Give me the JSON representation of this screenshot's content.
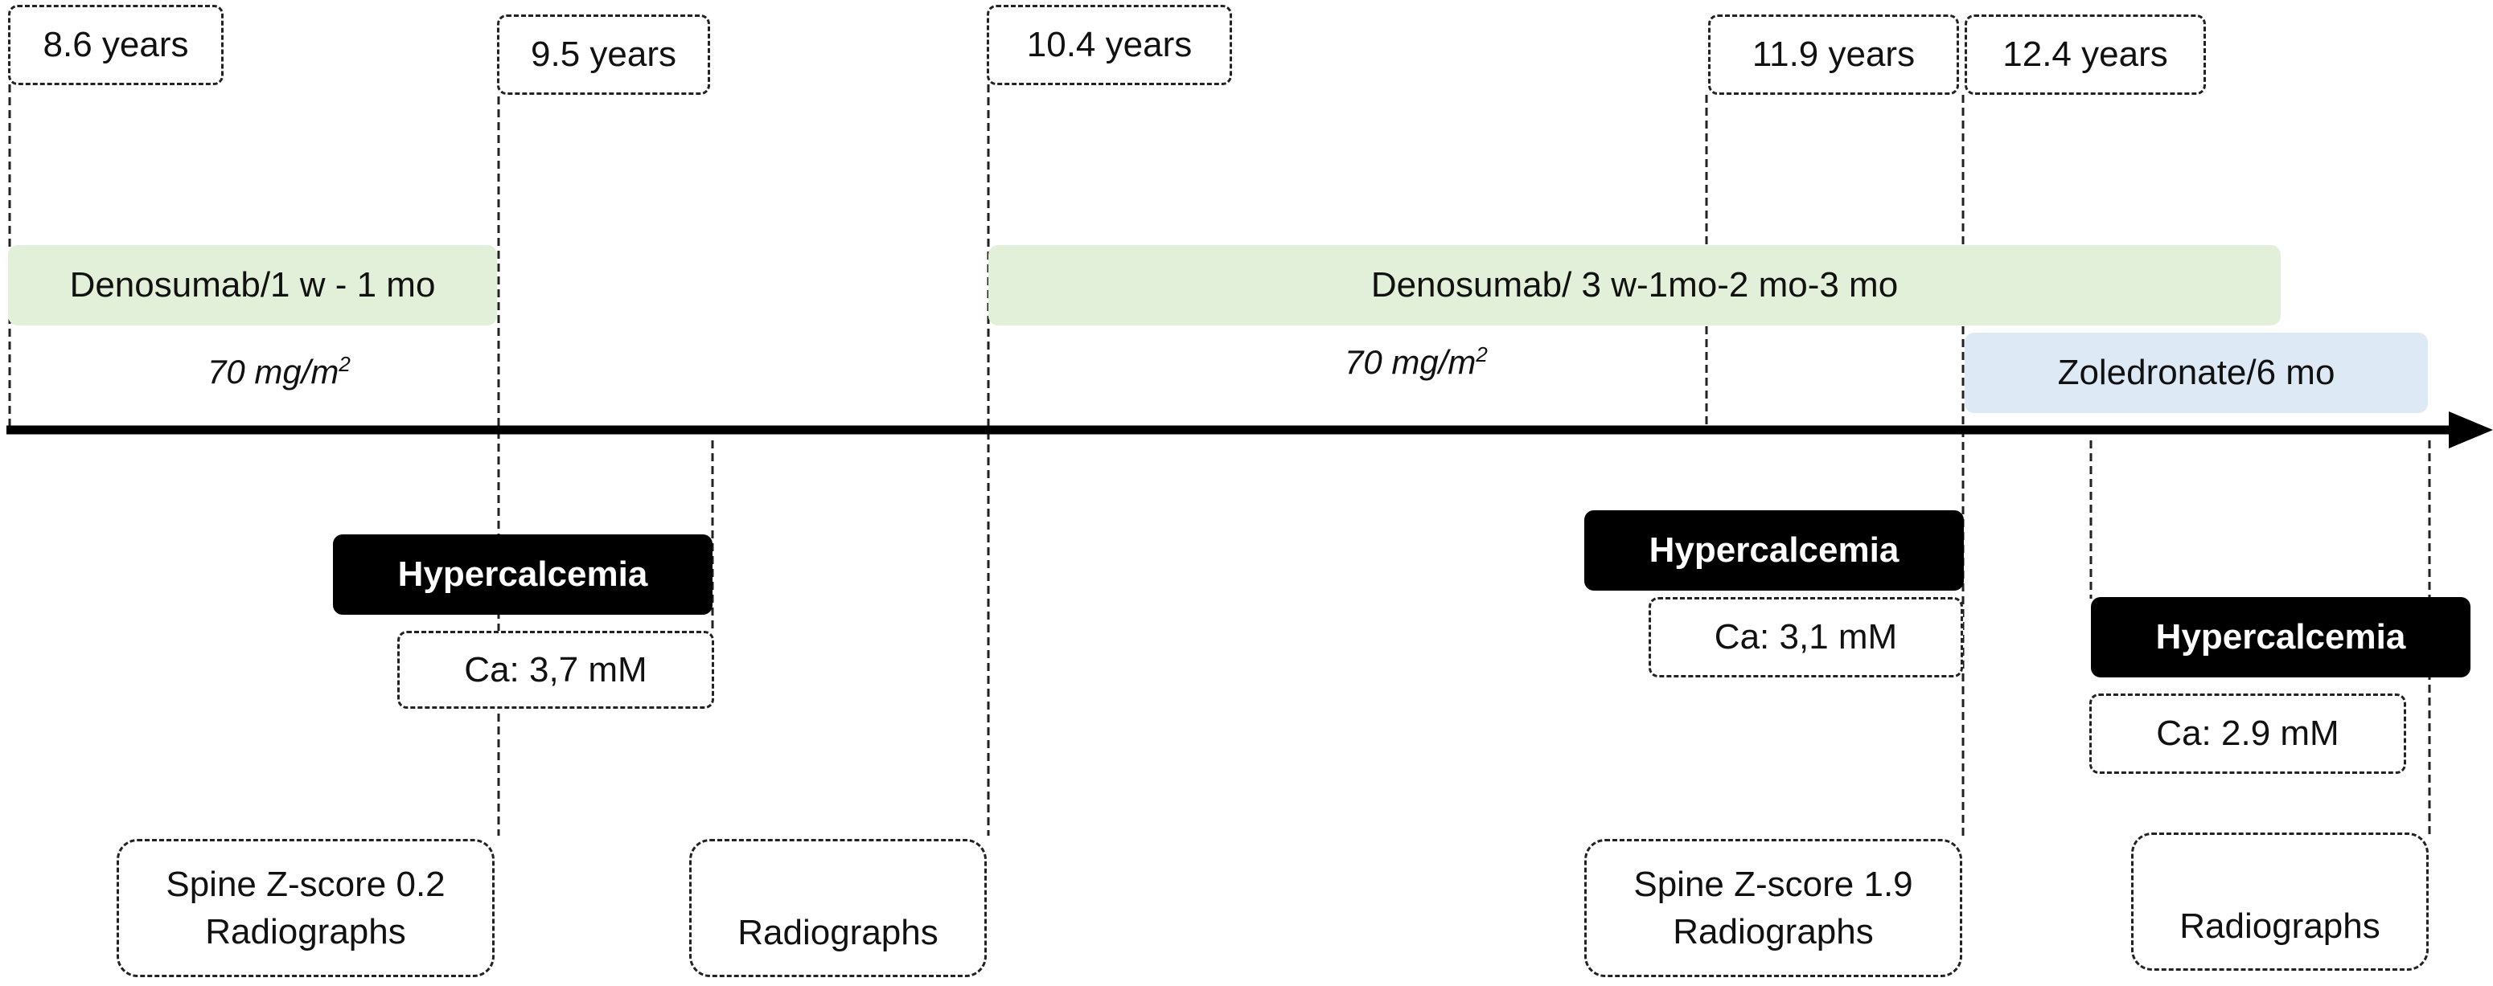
{
  "timeline": {
    "ages": [
      "8.6 years",
      "9.5 years",
      "10.4 years",
      "11.9 years",
      "12.4 years"
    ],
    "treatments": {
      "denosumab_first": "Denosumab/1 w - 1 mo",
      "denosumab_second": "Denosumab/ 3 w-1mo-2 mo-3 mo",
      "zoledronate": "Zoledronate/6 mo"
    },
    "doses": {
      "first": {
        "text": "70 mg/m",
        "sup": "2"
      },
      "second": {
        "text": "70 mg/m",
        "sup": "2"
      }
    },
    "events": [
      {
        "label": "Hypercalcemia",
        "calcium": "Ca: 3,7 mM"
      },
      {
        "label": "Hypercalcemia",
        "calcium": "Ca: 3,1 mM"
      },
      {
        "label": "Hypercalcemia",
        "calcium": "Ca: 2.9 mM"
      }
    ],
    "assessments": [
      {
        "line1": "Spine Z-score 0.2",
        "line2": "Radiographs"
      },
      {
        "line1": "",
        "line2": "Radiographs"
      },
      {
        "line1": "Spine Z-score 1.9",
        "line2": "Radiographs"
      },
      {
        "line1": "",
        "line2": "Radiographs"
      }
    ]
  }
}
